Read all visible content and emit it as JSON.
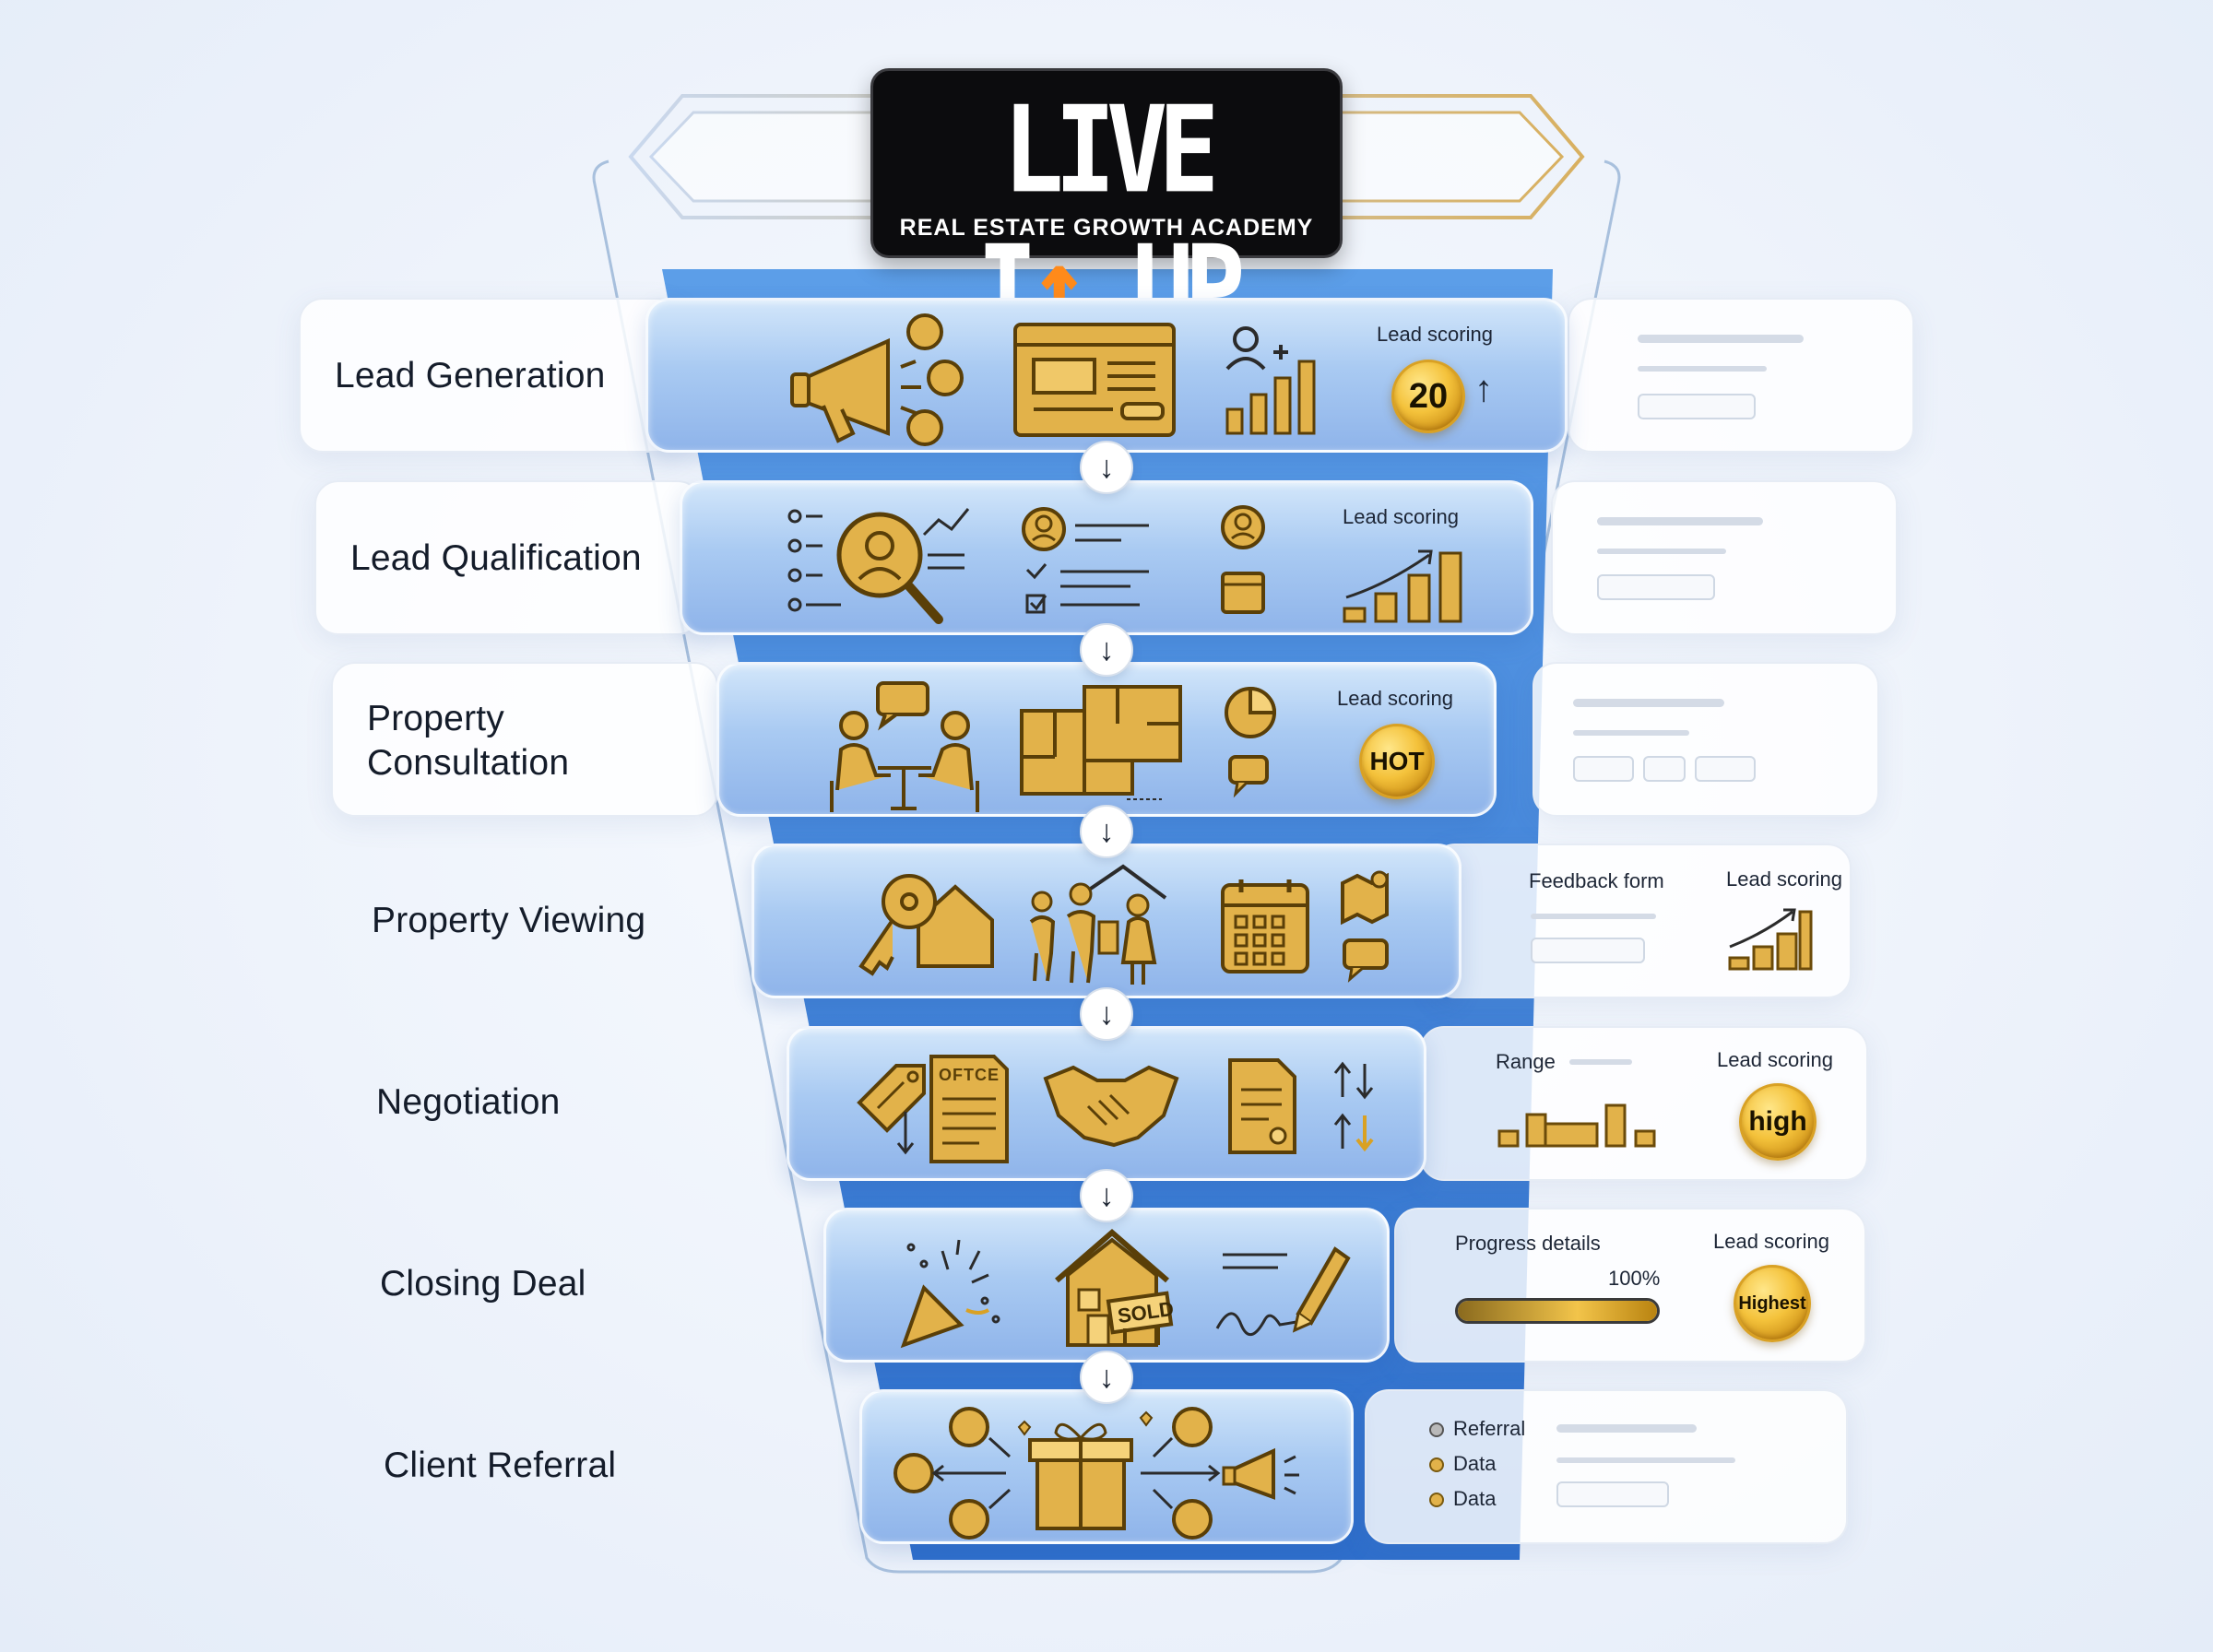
{
  "logo": {
    "word_1": "LIVE I",
    "word_2": "UP",
    "tagline": "REAL ESTATE GROWTH ACADEMY"
  },
  "stages": [
    {
      "label": "Lead Generation",
      "score_label": "Lead scoring",
      "score_value": "20"
    },
    {
      "label": "Lead Qualification",
      "score_label": "Lead scoring"
    },
    {
      "label": "Property Consultation",
      "score_label": "Lead scoring",
      "score_value": "HOT"
    },
    {
      "label": "Property Viewing",
      "score_label": "Lead scoring",
      "feedback_label": "Feedback form"
    },
    {
      "label": "Negotiation",
      "score_label": "Lead scoring",
      "score_value": "high",
      "range_label": "Range",
      "icon_text": "OFTCE"
    },
    {
      "label": "Closing Deal",
      "score_label": "Lead scoring",
      "score_value": "Highest",
      "progress_label": "Progress details",
      "progress_value": "100%",
      "progress_fraction": 1.0,
      "icon_text": "SOLD"
    },
    {
      "label": "Client Referral",
      "legend": [
        "Referral",
        "Data",
        "Data"
      ]
    }
  ],
  "arrow_glyph": "↓",
  "up_arrow_glyph": "↑",
  "colors": {
    "gold": "#d9a124",
    "band_blue": "#8fb4ea",
    "funnel_blue": "#3b7fd6"
  }
}
